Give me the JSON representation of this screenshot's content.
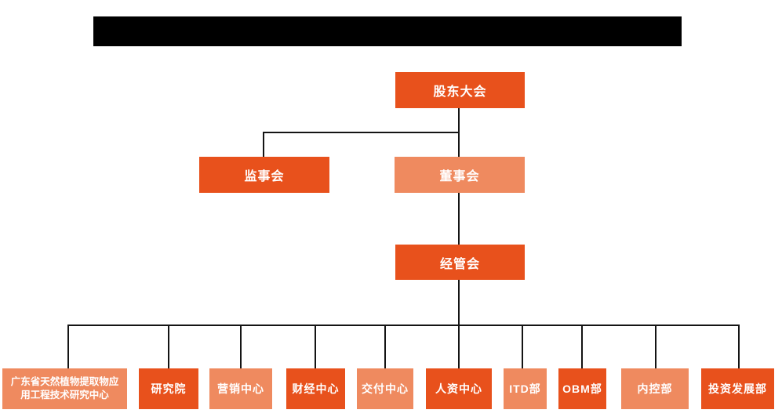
{
  "colors": {
    "node_primary": "#E8511C",
    "node_secondary": "#EF8A5F",
    "node_text": "#FFFFFF",
    "connector": "#141414",
    "title_bar": "#000000",
    "background": "#FFFFFF"
  },
  "org": {
    "root": {
      "label": "股东大会"
    },
    "level2": [
      {
        "label": "监事会"
      },
      {
        "label": "董事会"
      }
    ],
    "level3": {
      "label": "经管会"
    },
    "departments": [
      {
        "label": "广东省天然植物提取物应用工程技术研究中心"
      },
      {
        "label": "研究院"
      },
      {
        "label": "营销中心"
      },
      {
        "label": "财经中心"
      },
      {
        "label": "交付中心"
      },
      {
        "label": "人资中心"
      },
      {
        "label": "ITD部"
      },
      {
        "label": "OBM部"
      },
      {
        "label": "内控部"
      },
      {
        "label": "投资发展部"
      }
    ]
  }
}
